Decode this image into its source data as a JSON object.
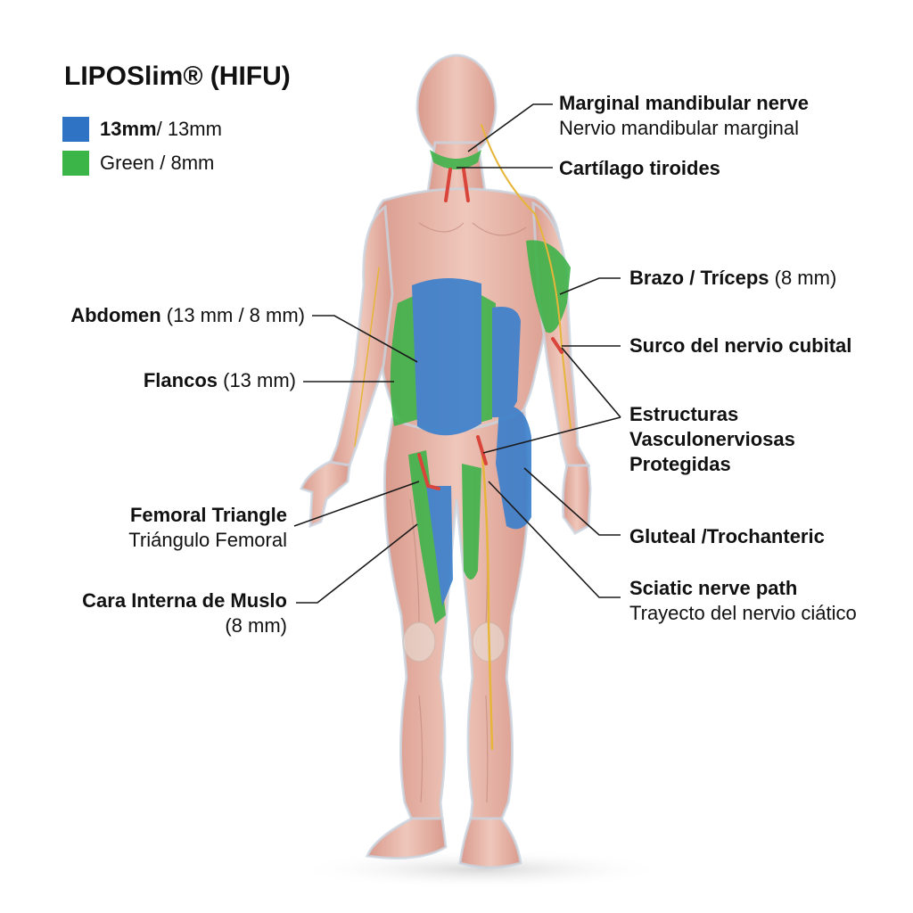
{
  "title": "LIPOSlim® (HIFU)",
  "colors": {
    "blue_zone": "#3a7fcc",
    "green_zone": "#3fb34a",
    "skin": "#e8b8ac",
    "nerve": "#e6b53a",
    "vessel": "#d9453a"
  },
  "legend": [
    {
      "bold": "13mm",
      "rest": " / 13mm",
      "color": "#2f73c4"
    },
    {
      "bold": "",
      "rest": "Green / 8mm",
      "color": "#3cb548"
    }
  ],
  "labels": {
    "mandibular": {
      "line1": "Marginal mandibular nerve",
      "line2": "Nervio mandibular marginal"
    },
    "thyroid": {
      "line1": "Cartílago tiroides"
    },
    "triceps": {
      "bold": "Brazo / Tríceps",
      "rest": " (8 mm)"
    },
    "ulnar": {
      "line1": "Surco del nervio cubital"
    },
    "protected": {
      "line1": "Estructuras",
      "line2": "Vasculonerviosas",
      "line3": "Protegidas"
    },
    "gluteal": {
      "line1": "Gluteal /Trochanteric"
    },
    "sciatic": {
      "line1": "Sciatic nerve path",
      "line2": "Trayecto del nervio ciático"
    },
    "abdomen": {
      "bold": "Abdomen",
      "rest": " (13 mm / 8 mm)"
    },
    "flancos": {
      "bold": "Flancos",
      "rest": " (13 mm)"
    },
    "femoral": {
      "line1": "Femoral Triangle",
      "line2": "Triángulo Femoral"
    },
    "thigh": {
      "line1": "Cara Interna de Muslo",
      "line2": "(8 mm)"
    }
  }
}
